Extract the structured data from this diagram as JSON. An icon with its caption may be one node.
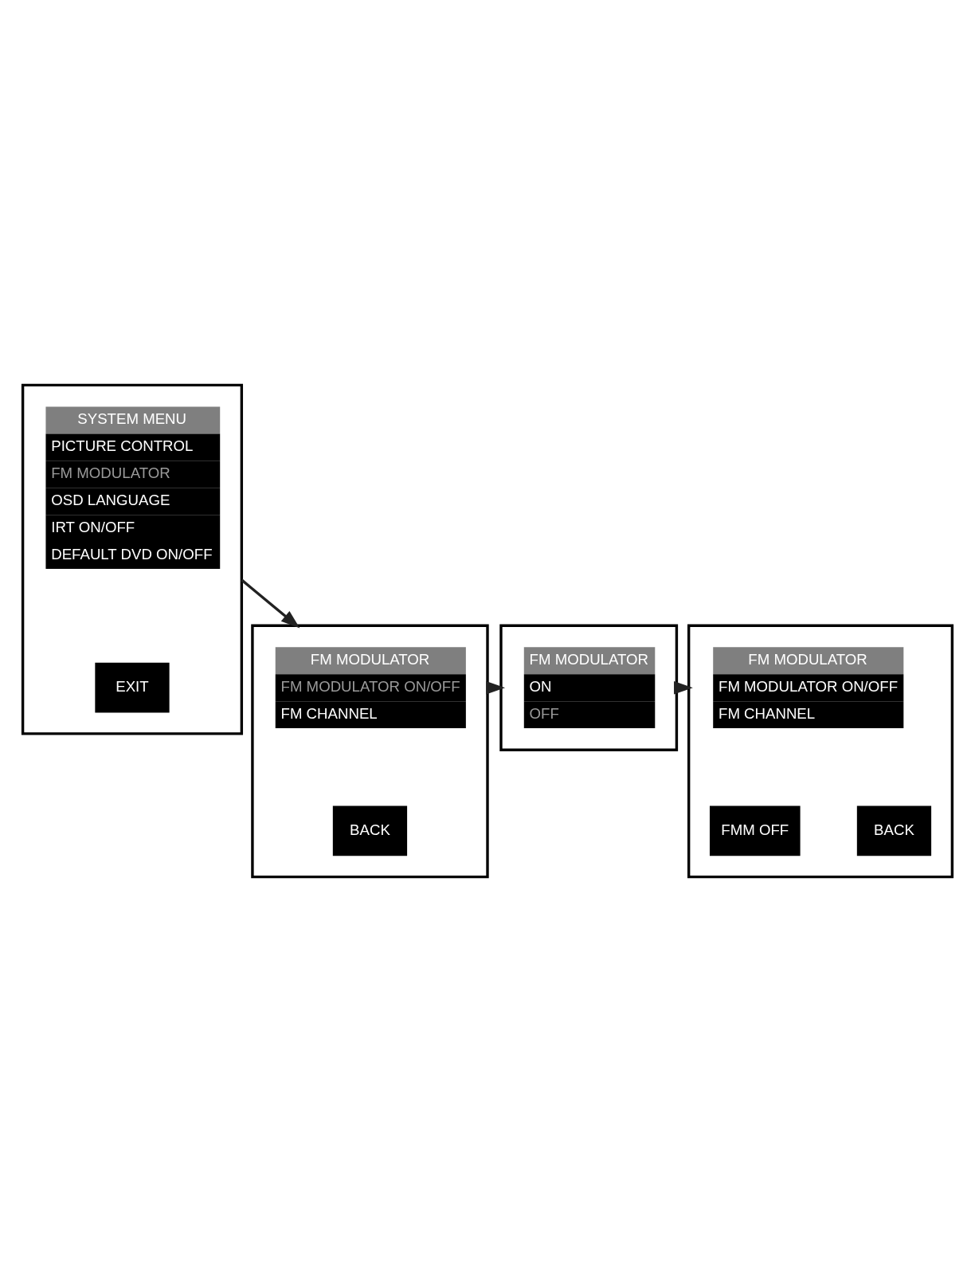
{
  "diagram": {
    "nodes": [
      {
        "text": [],
        "shape": "box"
      },
      {
        "text": [
          "SYSTEM MENU",
          "PICTURE CONTROL",
          "FM MODULATOR",
          "OSD LANGUAGE",
          "IRT ON/OFF",
          "DEFAULT DVD ON/OFF"
        ],
        "in": 0
      },
      {
        "text": [
          "EXIT"
        ],
        "in": 0
      },
      {
        "text": [],
        "shape": "box"
      },
      {
        "text": [
          "FM MODULATOR",
          "FM MODULATOR ON/OFF",
          "FM CHANNEL"
        ],
        "in": 3
      },
      {
        "text": [
          "BACK"
        ],
        "in": 3
      },
      {
        "text": [],
        "shape": "box"
      },
      {
        "text": [
          "FM MODULATOR",
          "ON",
          "OFF"
        ],
        "in": 6
      },
      {
        "text": [],
        "shape": "box"
      },
      {
        "text": [
          "FM MODULATOR",
          "FM MODULATOR ON/OFF",
          "FM CHANNEL"
        ],
        "in": 8
      },
      {
        "text": [
          "FMM OFF"
        ],
        "in": 8
      },
      {
        "text": [
          "BACK"
        ],
        "in": 8
      }
    ],
    "edges": [
      {
        "from": 0,
        "to": 3,
        "arrow": "to"
      },
      {
        "from": 3,
        "to": 6,
        "arrow": "to"
      },
      {
        "from": 6,
        "to": 8,
        "arrow": "to"
      }
    ]
  }
}
